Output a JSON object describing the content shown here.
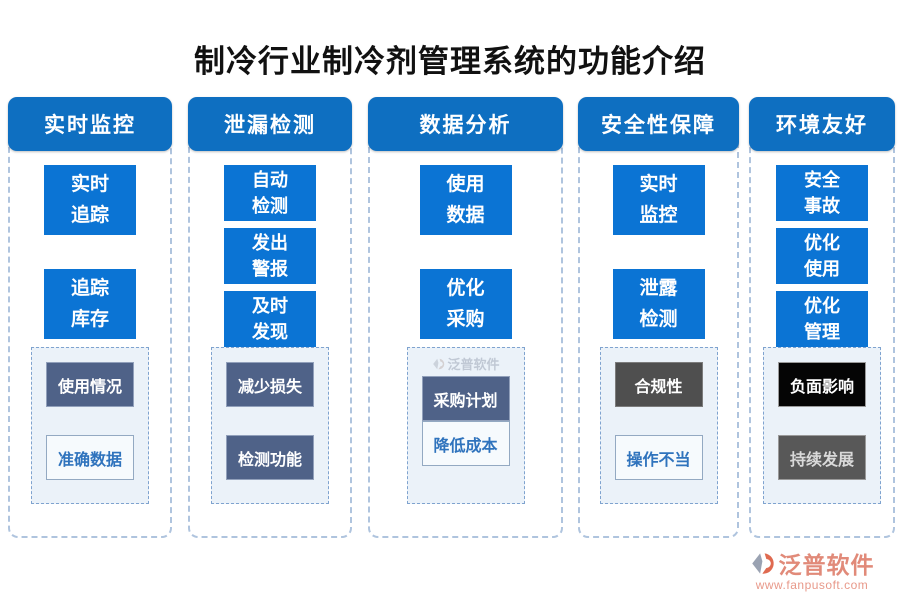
{
  "title": "制冷行业制冷剂管理系统的功能介绍",
  "colors": {
    "header_blue": "#0e6fc1",
    "feature_blue": "#0b74d4",
    "slate_box": "#4f6288",
    "dark_gray_box": "#4f4f4f",
    "black_box": "#050505",
    "gray_box": "#585858",
    "light_box_bg": "#f6fafd",
    "light_box_text": "#2f73bd",
    "column_dash_border": "#afc4de",
    "panel_bg": "#ebf2f9",
    "brand_color": "#e18a79"
  },
  "columns": [
    {
      "header": "实时监控",
      "features": [
        {
          "line1": "实时",
          "line2": "追踪"
        },
        {
          "line1": "追踪",
          "line2": "库存"
        }
      ],
      "sub": [
        {
          "label": "使用情况"
        },
        {
          "label": "准确数据"
        }
      ]
    },
    {
      "header": "泄漏检测",
      "features": [
        {
          "line1": "自动",
          "line2": "检测"
        },
        {
          "line1": "发出",
          "line2": "警报"
        },
        {
          "line1": "及时",
          "line2": "发现"
        }
      ],
      "sub": [
        {
          "label": "减少损失"
        },
        {
          "label": "检测功能"
        }
      ]
    },
    {
      "header": "数据分析",
      "features": [
        {
          "line1": "使用",
          "line2": "数据"
        },
        {
          "line1": "优化",
          "line2": "采购"
        }
      ],
      "sub": [
        {
          "label": "采购计划"
        },
        {
          "label": "降低成本"
        }
      ]
    },
    {
      "header": "安全性保障",
      "features": [
        {
          "line1": "实时",
          "line2": "监控"
        },
        {
          "line1": "泄露",
          "line2": "检测"
        }
      ],
      "sub": [
        {
          "label": "合规性"
        },
        {
          "label": "操作不当"
        }
      ]
    },
    {
      "header": "环境友好",
      "features": [
        {
          "line1": "安全",
          "line2": "事故"
        },
        {
          "line1": "优化",
          "line2": "使用"
        },
        {
          "line1": "优化",
          "line2": "管理"
        }
      ],
      "sub": [
        {
          "label": "负面影响"
        },
        {
          "label": "持续发展"
        }
      ]
    }
  ],
  "watermark": {
    "text": "泛普软件"
  },
  "footer": {
    "brand": "泛普软件",
    "url": "www.fanpusoft.com"
  }
}
